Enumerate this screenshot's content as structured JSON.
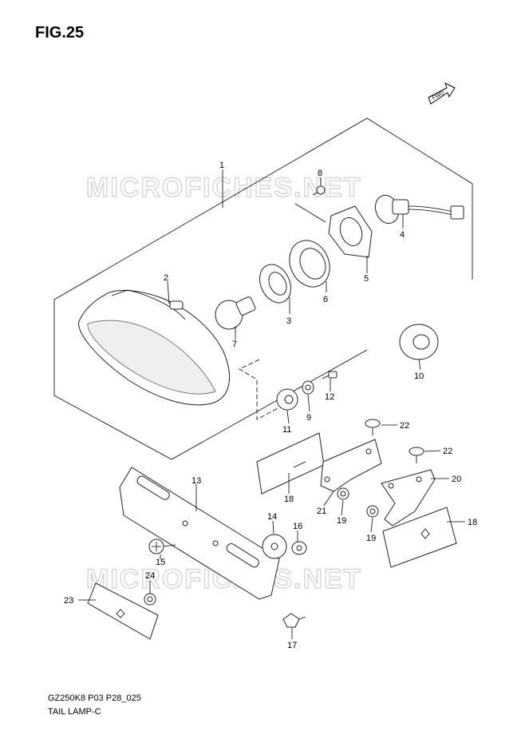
{
  "figure": {
    "title": "FIG.25"
  },
  "fwd_label": "FWD",
  "watermark": "MICROFICHES.NET",
  "callouts": {
    "c1": "1",
    "c2": "2",
    "c3": "3",
    "c4": "4",
    "c5": "5",
    "c6": "6",
    "c7": "7",
    "c8": "8",
    "c9": "9",
    "c10": "10",
    "c11": "11",
    "c12": "12",
    "c13": "13",
    "c14": "14",
    "c15": "15",
    "c16": "16",
    "c17": "17",
    "c18a": "18",
    "c18b": "18",
    "c19a": "19",
    "c19b": "19",
    "c20": "20",
    "c21": "21",
    "c22a": "22",
    "c22b": "22",
    "c23": "23",
    "c24": "24"
  },
  "caption": {
    "code": "GZ250K8 P03 P28_025",
    "name": "TAIL LAMP-C"
  }
}
